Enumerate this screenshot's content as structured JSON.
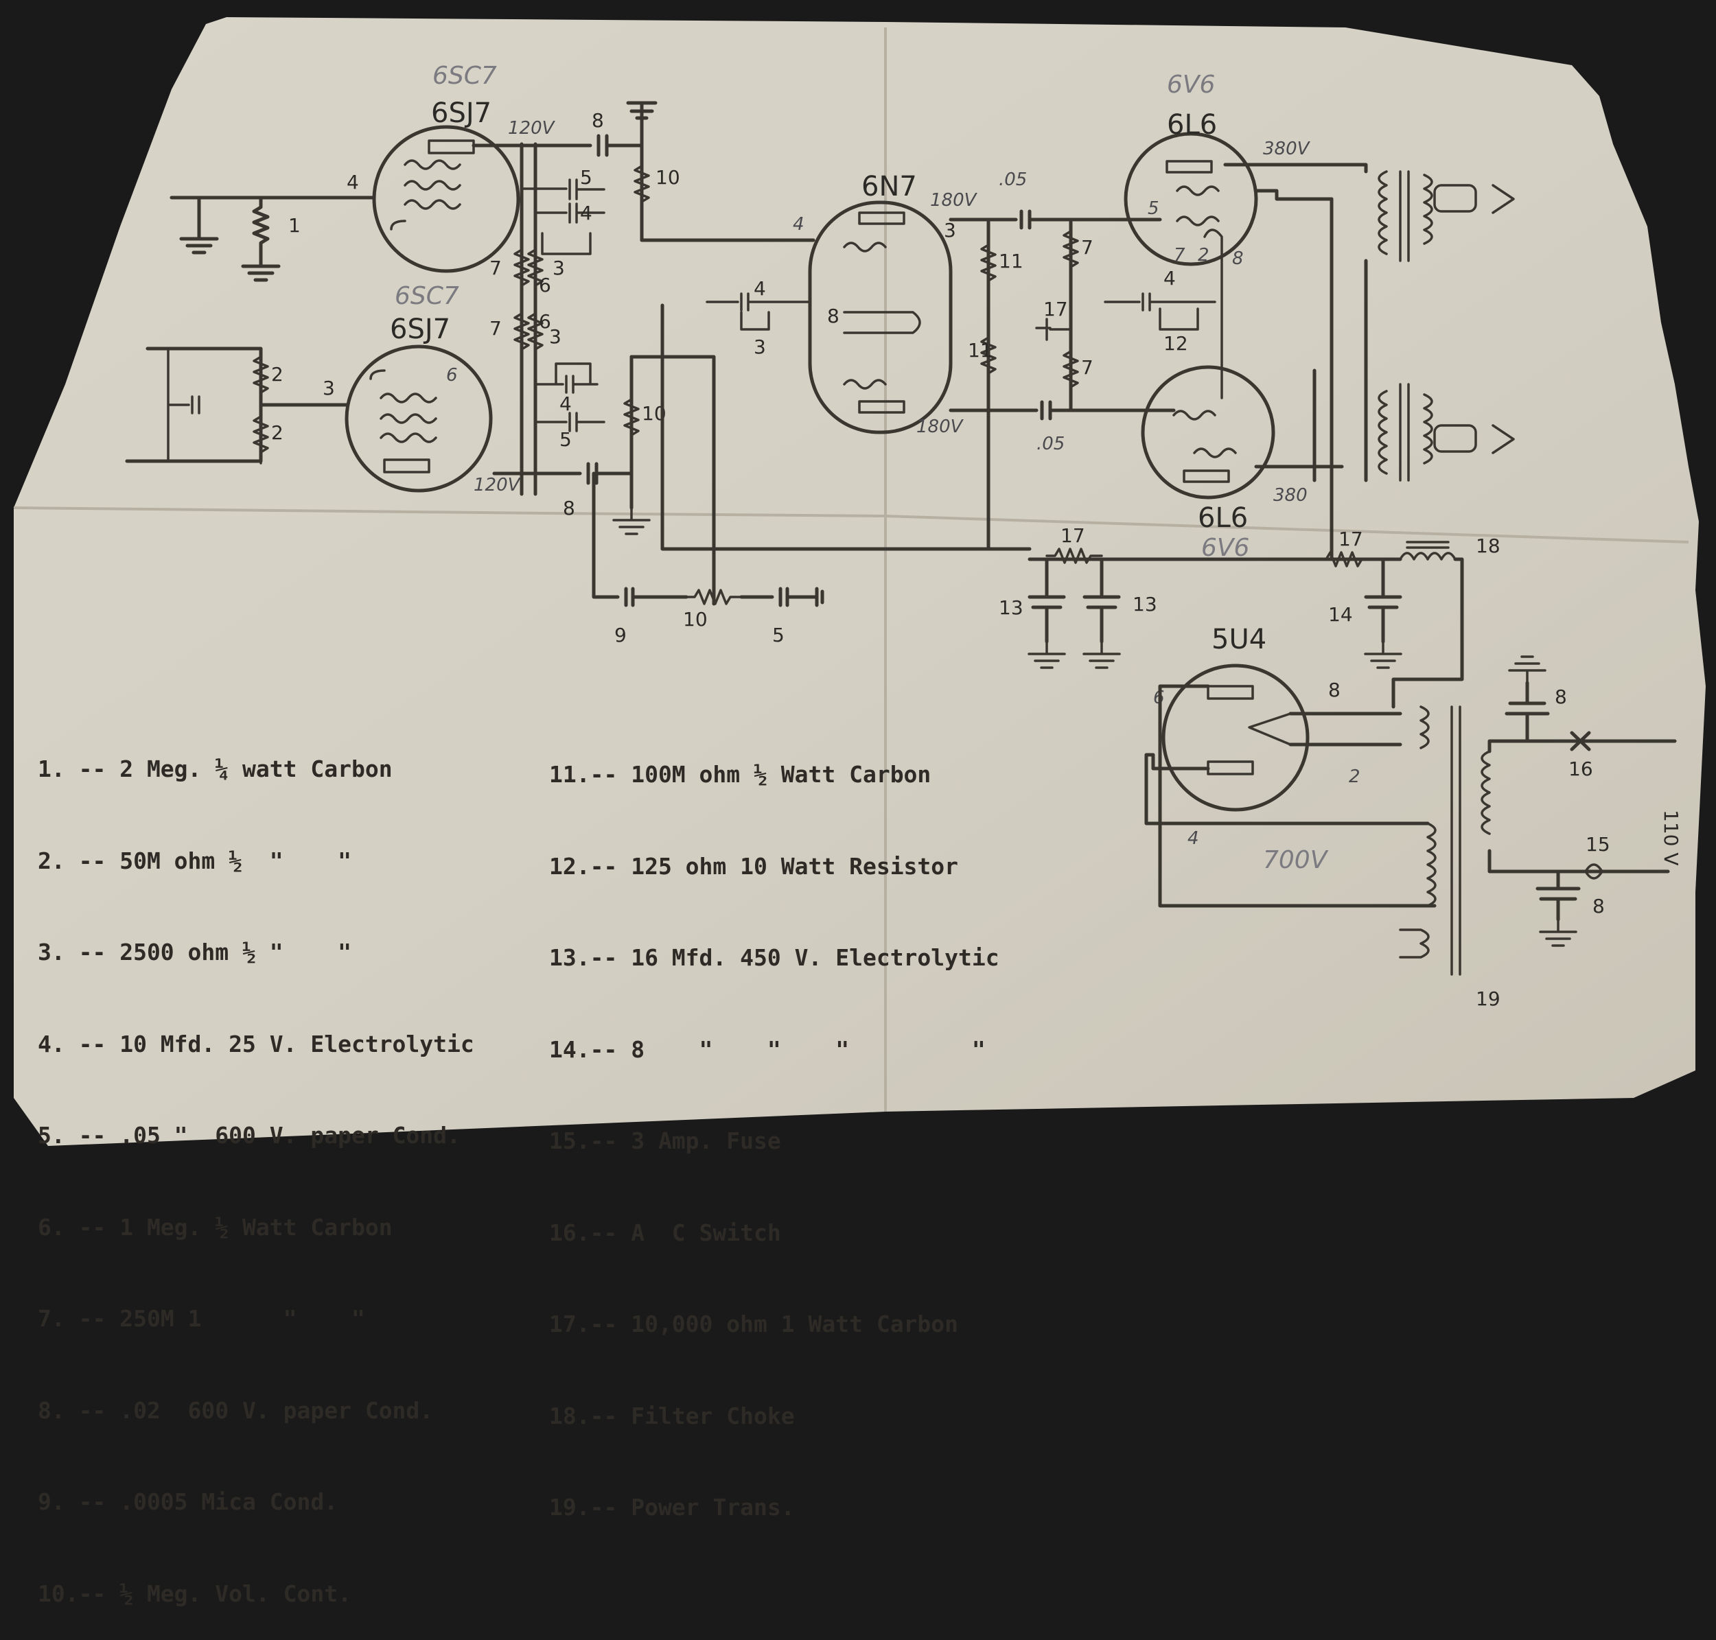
{
  "tubes": {
    "v1": "6SJ7",
    "v1_pencil": "6SC7",
    "v2": "6SJ7",
    "v2_pencil": "6SC7",
    "v3": "6N7",
    "v4": "6L6",
    "v4_pencil": "6V6",
    "v5": "6L6",
    "v5_pencil": "6V6",
    "v6": "5U4"
  },
  "component_numbers": {
    "n1": "1",
    "n2a": "2",
    "n2b": "2",
    "n3a": "3",
    "n3b": "3",
    "n3c": "3",
    "n3d": "3",
    "n4a": "4",
    "n4b": "4",
    "n4c": "4",
    "n4d": "4",
    "n5a": "5",
    "n5b": "5",
    "n5c": "5",
    "n6a": "6",
    "n6b": "6",
    "n7a": "7",
    "n7b": "7",
    "n7c": "7",
    "n7d": "7",
    "n8a": "8",
    "n8b": "8",
    "n8c": "8",
    "n8d": "8",
    "n8e": "8",
    "n9": "9",
    "n10a": "10",
    "n10b": "10",
    "n10c": "10",
    "n11a": "11",
    "n11b": "11",
    "n12": "12",
    "n13a": "13",
    "n13b": "13",
    "n14": "14",
    "n15": "15",
    "n16": "16",
    "n17a": "17",
    "n17b": "17",
    "n17c": "17",
    "n18": "18",
    "n19": "19"
  },
  "pencil_notes": {
    "v120a": "120V",
    "v120b": "120V",
    "v180a": "180V",
    "v180b": "180V",
    "v380a": "380V",
    "v380b": "380",
    "v700": "700V",
    "c05a": ".05",
    "c05b": ".05",
    "p4": "4",
    "p6": "6",
    "p2": "2",
    "p7": "7"
  },
  "mains_label": "110 V",
  "legend_left": [
    "1. -- 2 Meg. ¼ watt Carbon",
    "2. -- 50M ohm ½  \"    \"",
    "3. -- 2500 ohm ½ \"    \"",
    "4. -- 10 Mfd. 25 V. Electrolytic",
    "5. -- .05 \"  600 V. paper Cond.",
    "6. -- 1 Meg. ½ Watt Carbon",
    "7. -- 250M 1      \"    \"",
    "8. -- .02  600 V. paper Cond.",
    "9. -- .0005 Mica Cond.",
    "10.-- ½ Meg. Vol. Cont."
  ],
  "legend_right": [
    "11.-- 100M ohm ½ Watt Carbon",
    "12.-- 125 ohm 10 Watt Resistor",
    "13.-- 16 Mfd. 450 V. Electrolytic",
    "14.-- 8    \"    \"    \"         \"",
    "15.-- 3 Amp. Fuse",
    "16.-- A  C Switch",
    "17.-- 10,000 ohm 1 Watt Carbon",
    "18.-- Filter Choke",
    "19.-- Power Trans."
  ]
}
